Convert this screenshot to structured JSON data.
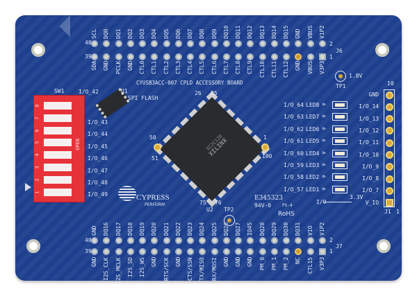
{
  "board": {
    "color": "#1d3f8e",
    "title": "CYUSB3ACC-007 CPLD ACCESSORY BOARD",
    "cert": {
      "code": "E345323",
      "rating": "94V-0",
      "ps": "PS-4",
      "rohs": "RoHS"
    },
    "logo": {
      "brand": "CYPRESS",
      "tagline": "PERFORM"
    }
  },
  "j6": {
    "label": "J6",
    "pin_first_top": "40",
    "pin_first_bottom": "39",
    "pin_last_top": "2",
    "pin_last_bottom": "1",
    "top": [
      "SCL",
      "DQ0",
      "DQ1",
      "DQ2",
      "DQ3",
      "DQ4",
      "DQ5",
      "DQ6",
      "DQ7",
      "DQ8",
      "DQ9",
      "DQ10",
      "DQ11",
      "DQ12",
      "DQ13",
      "DQ14",
      "DQ15",
      "GND",
      "VBUS",
      "V1P2"
    ],
    "bottom": [
      "SDA",
      "GND",
      "PCLK",
      "GND",
      "CTL0",
      "CTL1",
      "CTL2",
      "CTL3",
      "CTL4",
      "CTL5",
      "CTL6",
      "CTL7",
      "CTL8",
      "CTL9",
      "CTL10",
      "CTL11",
      "CTL12",
      "GND",
      "VBUS",
      "V3P3"
    ]
  },
  "j7": {
    "label": "J7",
    "pin_first_top": "40",
    "pin_first_bottom": "39",
    "pin_last_top": "2",
    "pin_last_bottom": "1",
    "top": [
      "GND",
      "DQ16",
      "DQ17",
      "DQ18",
      "DQ19",
      "DQ20",
      "DQ21",
      "DQ22",
      "DQ23",
      "DQ24",
      "DQ25",
      "DQ26",
      "DQ27",
      "IO45",
      "DQ28",
      "DQ29",
      "DQ30",
      "DQ31",
      "VIO",
      "V1P2"
    ],
    "bottom": [
      "GND",
      "I2S_CLK",
      "I2S_MCLK",
      "I2S_SD",
      "I2S_WS",
      "GND",
      "RTS/SCK",
      "GND",
      "CTS/SSN",
      "TX/MISO",
      "RX/MOSI",
      "GND",
      "GND",
      "GND",
      "PM_0",
      "PM_1",
      "PM_2",
      "NC",
      "CTL15",
      "V3P3"
    ]
  },
  "j1": {
    "label": "J1",
    "pin_top": "10",
    "pin_bottom": "1",
    "pins": [
      "GND",
      "I/O_14",
      "I/O_13",
      "I/O_12",
      "I/O_11",
      "I/O_10",
      "I/O_9",
      "I/O_8",
      "I/O_7",
      "V_IO"
    ]
  },
  "leds": [
    {
      "io": "I/O_64",
      "name": "LED8"
    },
    {
      "io": "I/O_63",
      "name": "LED7"
    },
    {
      "io": "I/O_62",
      "name": "LED6"
    },
    {
      "io": "I/O_61",
      "name": "LED5"
    },
    {
      "io": "I/O_60",
      "name": "LED4"
    },
    {
      "io": "I/O_59",
      "name": "LED3"
    },
    {
      "io": "I/O_58",
      "name": "LED2"
    },
    {
      "io": "I/O_57",
      "name": "LED1"
    }
  ],
  "led_schematic": {
    "io": "I/O",
    "voltage": "3.3V"
  },
  "sw1": {
    "label": "SW1",
    "open": "OPEN",
    "color": "#e8323a",
    "positions": [
      "8",
      "7",
      "6",
      "5",
      "4",
      "3",
      "2",
      "1"
    ],
    "io": [
      "I/O_42",
      "I/O_43",
      "I/O_44",
      "I/O_45",
      "I/O_46",
      "I/O_47",
      "I/O_48",
      "I/O_49"
    ]
  },
  "u1": {
    "label": "U1",
    "desc": "SPI FLASH"
  },
  "u2": {
    "label": "U2",
    "maker": "XILINX",
    "part": "XC2C128",
    "pins": {
      "p1": "1",
      "p25": "25",
      "p26": "26",
      "p50": "50",
      "p51": "51",
      "p75": "75",
      "p76": "76",
      "p100": "100"
    }
  },
  "tp1": {
    "label": "TP1",
    "voltage": "1.8V"
  },
  "tp2": {
    "label": "TP2"
  }
}
